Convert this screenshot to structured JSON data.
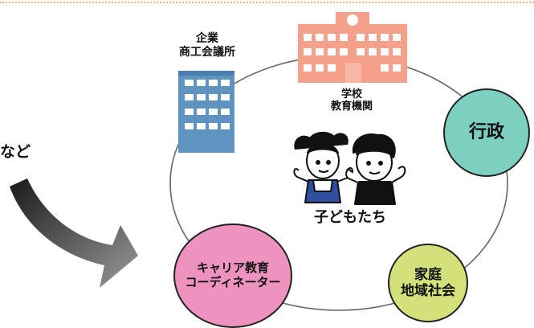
{
  "left_partial_label": "など",
  "company": {
    "label": "企業\n商工会議所"
  },
  "school": {
    "label": "学校\n教育機関"
  },
  "children": {
    "label": "子どもたち"
  },
  "government": {
    "label": "行政"
  },
  "family": {
    "label": "家庭\n地域社会"
  },
  "coordinator": {
    "label": "キャリア教育\nコーディネーター"
  },
  "colors": {
    "government_fill": "#7dcfbf",
    "family_fill": "#d4e07a",
    "coordinator_fill": "#ee93bf",
    "school_building": "#f5a08a",
    "company_building": "#5f93c0",
    "border_dots": "#f3b37a"
  },
  "icons": [
    "company-building-icon",
    "school-building-icon",
    "children-illustration",
    "curved-arrow-icon"
  ]
}
